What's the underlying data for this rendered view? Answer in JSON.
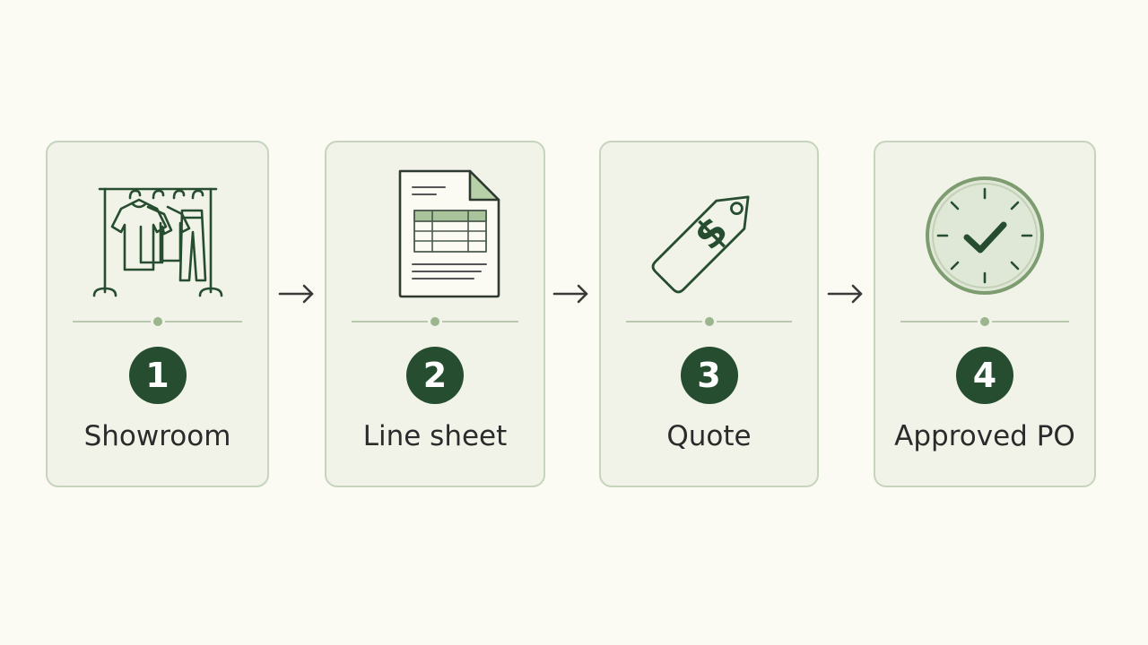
{
  "colors": {
    "background": "#fbfaf3",
    "card_fill": "#f1f3e9",
    "card_border": "#c6d4bd",
    "accent_dark": "#264d2f",
    "accent_light": "#9bb58c",
    "text": "#2b2b2b"
  },
  "steps": [
    {
      "number": "1",
      "label": "Showroom",
      "icon": "clothing-rack-icon"
    },
    {
      "number": "2",
      "label": "Line sheet",
      "icon": "spreadsheet-document-icon"
    },
    {
      "number": "3",
      "label": "Quote",
      "icon": "price-tag-icon"
    },
    {
      "number": "4",
      "label": "Approved PO",
      "icon": "clock-check-icon"
    }
  ],
  "connectors": [
    {
      "from": "1",
      "to": "2",
      "icon": "arrow-right-icon"
    },
    {
      "from": "2",
      "to": "3",
      "icon": "arrow-right-icon"
    },
    {
      "from": "3",
      "to": "4",
      "icon": "arrow-right-icon"
    }
  ]
}
